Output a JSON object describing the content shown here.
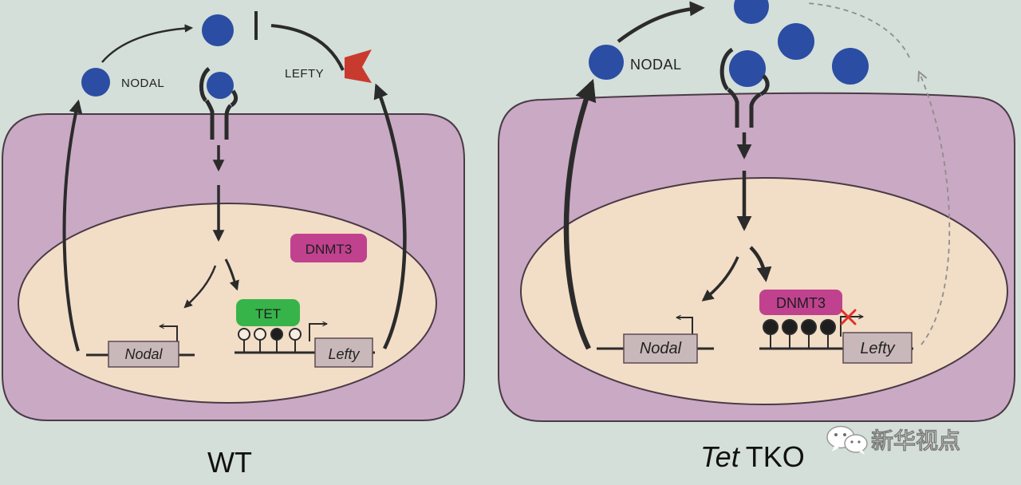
{
  "panels": {
    "wt": {
      "caption": "WT",
      "ligand_label": "NODAL",
      "antagonist_label": "LEFTY",
      "enzyme_label": "DNMT3",
      "active_label": "TET",
      "gene_nodal": "Nodal",
      "gene_lefty": "Lefty"
    },
    "tko": {
      "caption_italic": "Tet",
      "caption_rest": "TKO",
      "ligand_label": "NODAL",
      "enzyme_label": "DNMT3",
      "gene_nodal": "Nodal",
      "gene_lefty": "Lefty"
    }
  },
  "watermark": {
    "text": "新华视点",
    "icon": "wechat-icon"
  },
  "colors": {
    "background": "#d3dfd8",
    "cell": "#c9a9c3",
    "nucleus": "#f2ddc6",
    "ligand": "#2b4da3",
    "lefty": "#c93a2e",
    "dnmt3": "#c0428f",
    "tet": "#36b44a",
    "gene_box": "#c9b8b9",
    "ink": "#2b2b2b",
    "blocked_mark": "#e0302a"
  },
  "icons": [
    "wechat-icon",
    "cross-mark-icon"
  ]
}
